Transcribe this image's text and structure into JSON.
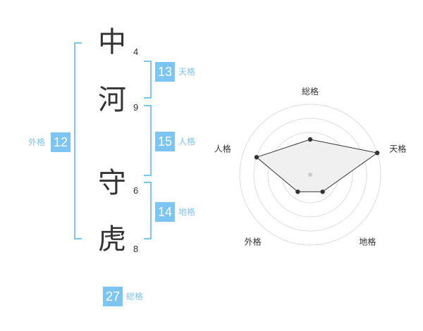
{
  "name": {
    "characters": [
      {
        "char": "中",
        "strokes": "4"
      },
      {
        "char": "河",
        "strokes": "9"
      },
      {
        "char": "守",
        "strokes": "6"
      },
      {
        "char": "虎",
        "strokes": "8"
      }
    ]
  },
  "fortunes": {
    "tenkaku": {
      "label": "天格",
      "value": "13"
    },
    "jinkaku": {
      "label": "人格",
      "value": "15"
    },
    "chikaku": {
      "label": "地格",
      "value": "14"
    },
    "gaikaku": {
      "label": "外格",
      "value": "12"
    },
    "soukaku": {
      "label": "総格",
      "value": "27"
    }
  },
  "colors": {
    "accent": "#7cc4f2",
    "text": "#333333",
    "grid": "#dddddd",
    "fill": "#eeeeee"
  },
  "chart_data": {
    "type": "radar",
    "axes": [
      "総格",
      "天格",
      "地格",
      "外格",
      "人格"
    ],
    "values": [
      2.5,
      5,
      1.5,
      1.5,
      4
    ],
    "rmax": 5,
    "rings": 5
  }
}
